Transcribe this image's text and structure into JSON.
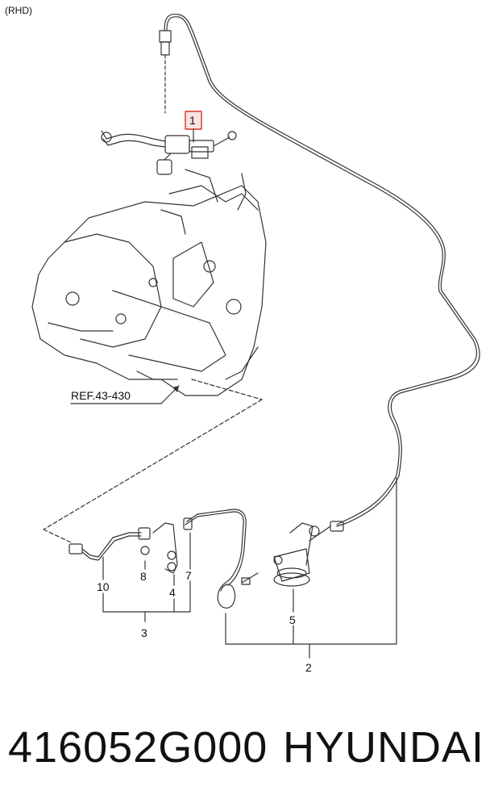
{
  "diagram": {
    "variant_label": "(RHD)",
    "ref_label": "REF.43-430",
    "callouts": {
      "c1": "1",
      "c2": "2",
      "c3": "3",
      "c4": "4",
      "c5": "5",
      "c7": "7",
      "c8": "8",
      "c10": "10"
    }
  },
  "footer": {
    "part_number": "416052G000",
    "brand": "HYUNDAI"
  },
  "colors": {
    "line": "#333333",
    "highlight": "#d9342b",
    "highlight_fill": "#fbe3e3"
  }
}
